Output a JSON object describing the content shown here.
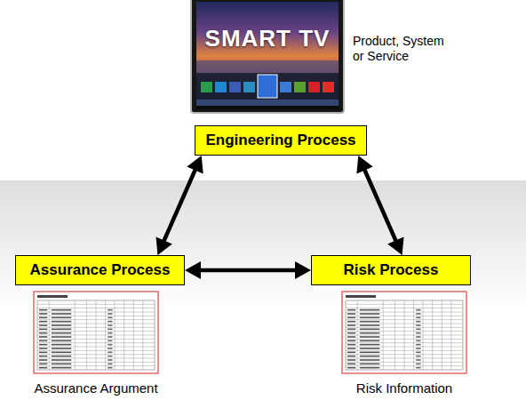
{
  "diagram": {
    "nodes": [
      {
        "text": [
          "Engineering Process"
        ]
      },
      {
        "text": [
          "Assurance Process"
        ]
      },
      {
        "text": [
          "Risk Process"
        ]
      }
    ],
    "edges": [
      {
        "from": 0,
        "to": 1,
        "arrow": "both"
      },
      {
        "from": 0,
        "to": 2,
        "arrow": "both"
      },
      {
        "from": 1,
        "to": 2,
        "arrow": "both"
      }
    ],
    "labels": [
      "SMART TV",
      "Product, System or Service",
      "Assurance Argument",
      "Risk Information"
    ]
  }
}
